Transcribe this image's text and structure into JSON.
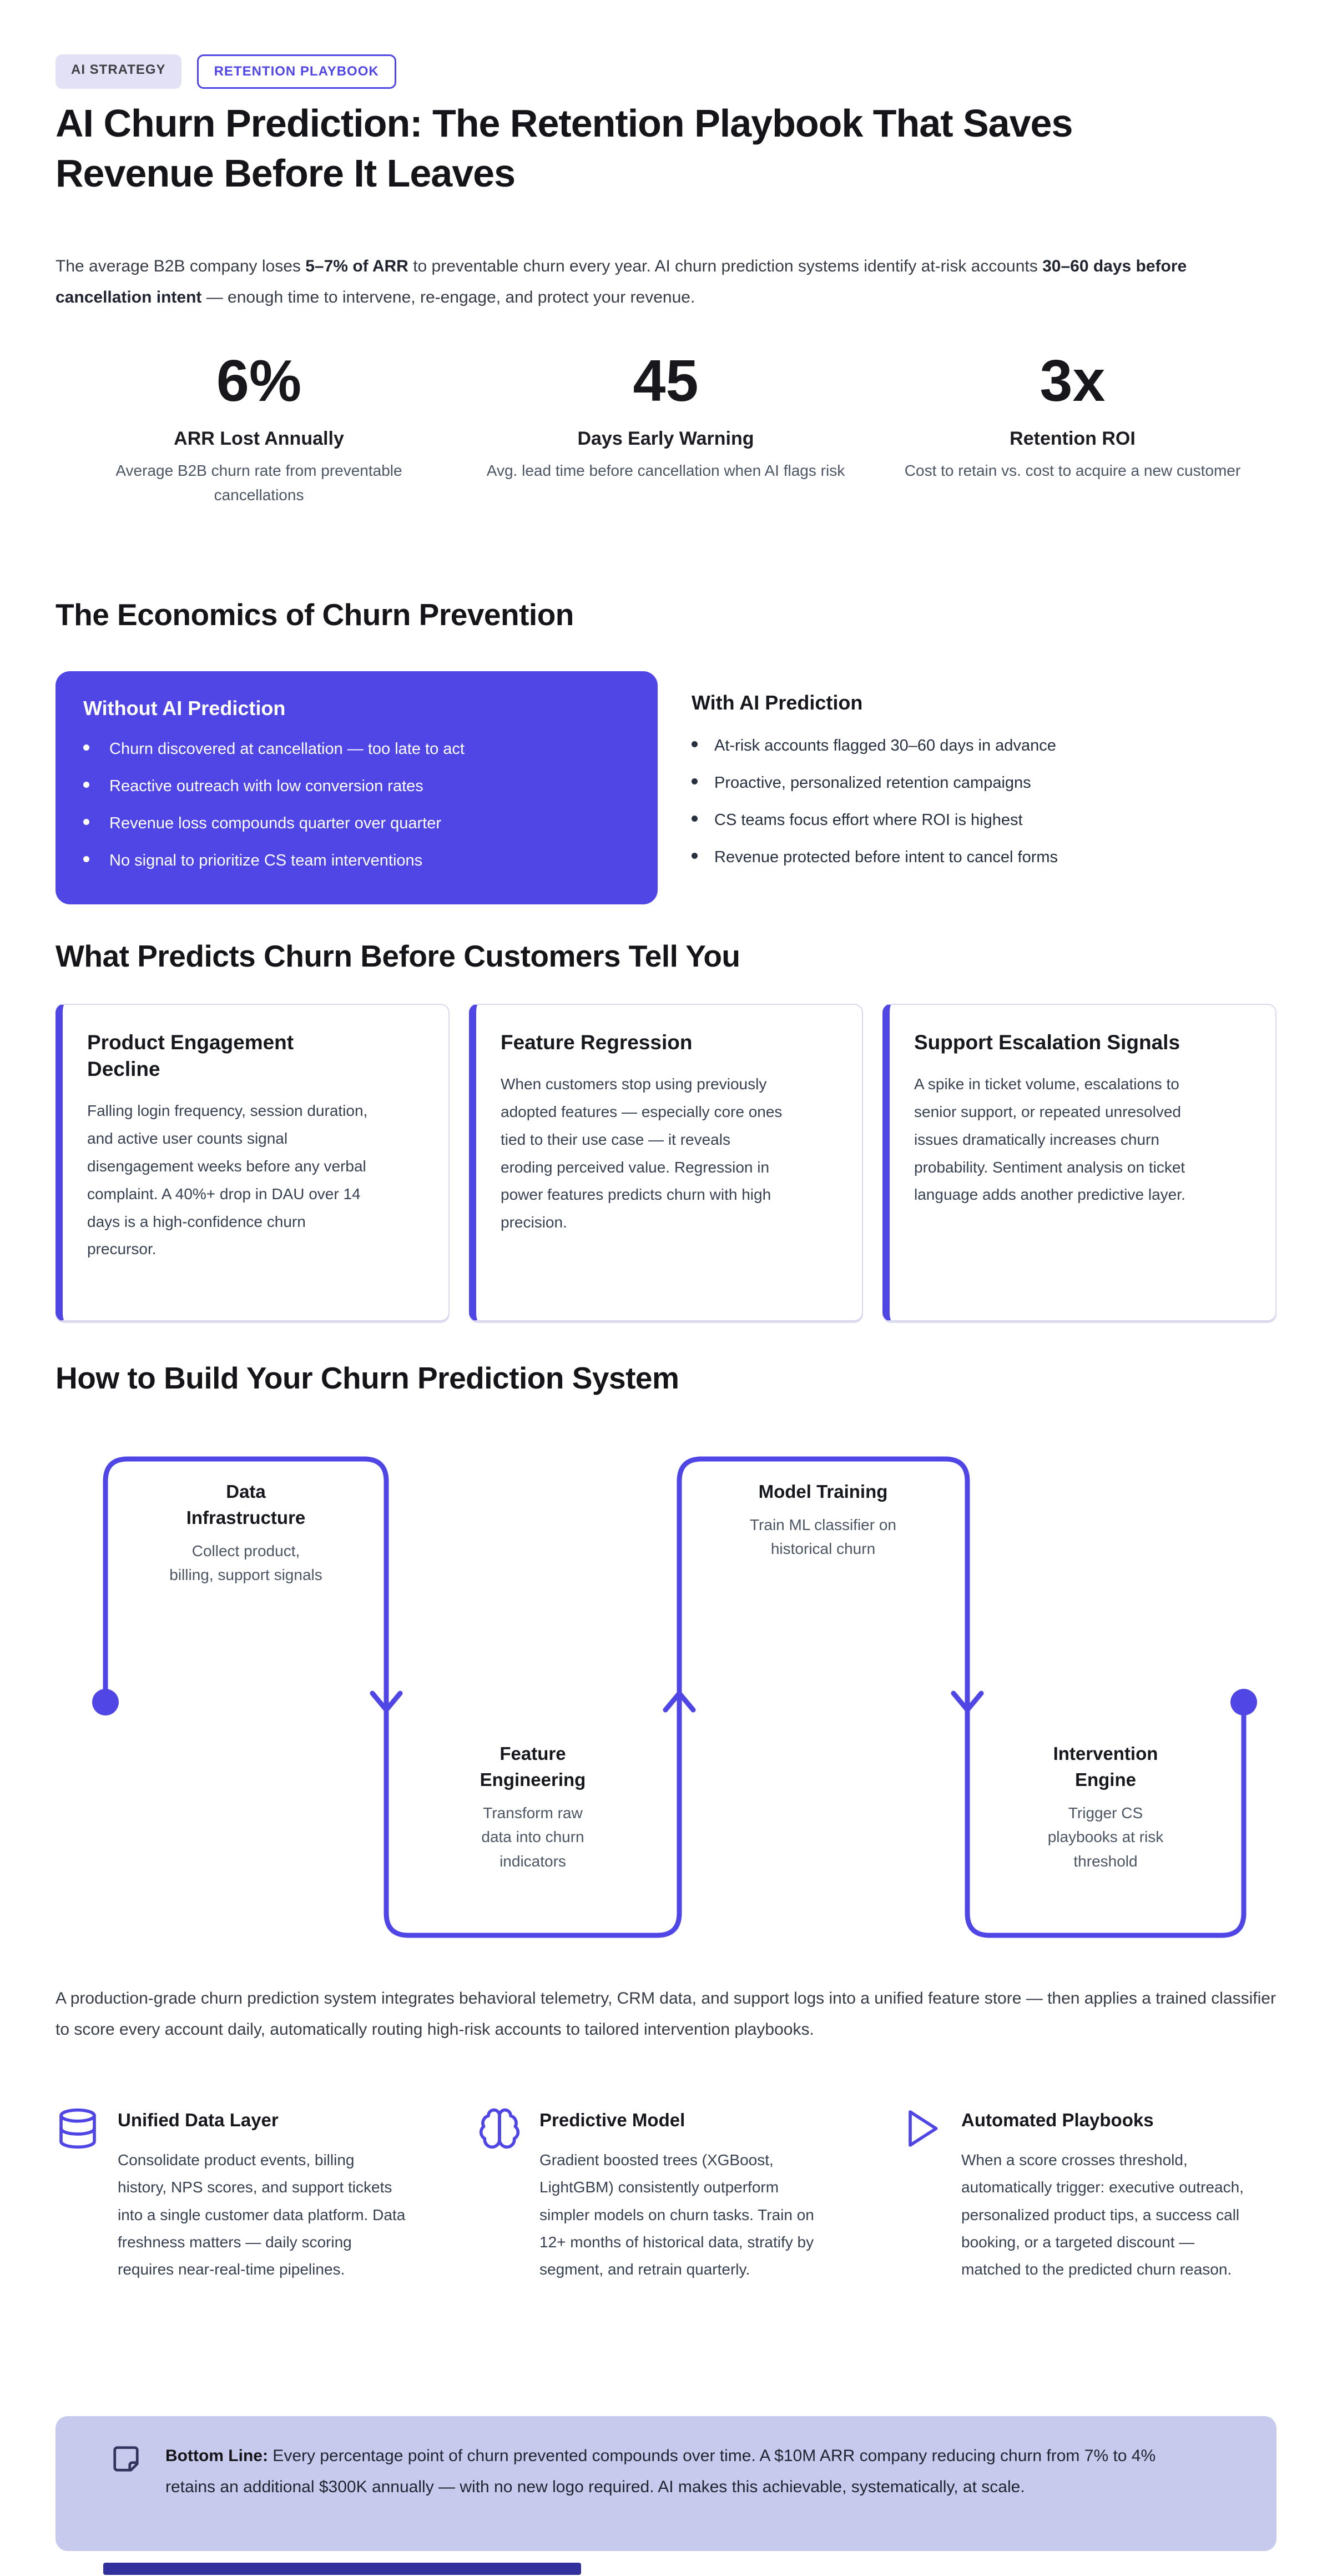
{
  "colors": {
    "primary": "#4f46e5",
    "badge_bg": "#e2e1f6",
    "card_border": "#d9d8ef",
    "callout_bg": "#c7caed",
    "body_text": "#374151"
  },
  "badges": [
    {
      "label": "AI STRATEGY"
    },
    {
      "label": "RETENTION PLAYBOOK"
    }
  ],
  "title": "AI Churn Prediction: The Retention Playbook That Saves Revenue Before It Leaves",
  "intro": {
    "pre": "The average B2B company loses ",
    "bold1": "5–7% of ARR",
    "mid": " to preventable churn every year. AI churn prediction systems identify at-risk accounts ",
    "bold2": "30–60 days before cancellation intent",
    "post": " — enough time to intervene, re-engage, and protect your revenue."
  },
  "stats": [
    {
      "value": "6%",
      "label": "ARR Lost Annually",
      "description": "Average B2B churn rate from preventable cancellations"
    },
    {
      "value": "45",
      "label": "Days Early Warning",
      "description": "Avg. lead time before cancellation when AI flags risk"
    },
    {
      "value": "3x",
      "label": "Retention ROI",
      "description": "Cost to retain vs. cost to acquire a new customer"
    }
  ],
  "economics": {
    "heading": "The Economics of Churn Prevention",
    "without": {
      "title": "Without AI Prediction",
      "bullets": [
        "Churn discovered at cancellation — too late to act",
        "Reactive outreach with low conversion rates",
        "Revenue loss compounds quarter over quarter",
        "No signal to prioritize CS team interventions"
      ]
    },
    "with": {
      "title": "With AI Prediction",
      "bullets": [
        "At-risk accounts flagged 30–60 days in advance",
        "Proactive, personalized retention campaigns",
        "CS teams focus effort where ROI is highest",
        "Revenue protected before intent to cancel forms"
      ]
    }
  },
  "predictors": {
    "heading": "What Predicts Churn Before Customers Tell You",
    "cards": [
      {
        "title": "Product Engagement Decline",
        "body": "Falling login frequency, session duration, and active user counts signal disengagement weeks before any verbal complaint. A 40%+ drop in DAU over 14 days is a high-confidence churn precursor."
      },
      {
        "title": "Feature Regression",
        "body": "When customers stop using previously adopted features — especially core ones tied to their use case — it reveals eroding perceived value. Regression in power features predicts churn with high precision."
      },
      {
        "title": "Support Escalation Signals",
        "body": "A spike in ticket volume, escalations to senior support, or repeated unresolved issues dramatically increases churn probability. Sentiment analysis on ticket language adds another predictive layer."
      }
    ]
  },
  "build": {
    "heading": "How to Build Your Churn Prediction System",
    "steps": [
      {
        "title": "Data Infrastructure",
        "body": "Collect product, billing, support signals"
      },
      {
        "title": "Feature Engineering",
        "body": "Transform raw data into churn indicators"
      },
      {
        "title": "Model Training",
        "body": "Train ML classifier on historical churn"
      },
      {
        "title": "Intervention Engine",
        "body": "Trigger CS playbooks at risk threshold"
      }
    ],
    "summary": "A production-grade churn prediction system integrates behavioral telemetry, CRM data, and support logs into a unified feature store — then applies a trained classifier to score every account daily, automatically routing high-risk accounts to tailored intervention playbooks."
  },
  "components": [
    {
      "icon": "database-icon",
      "title": "Unified Data Layer",
      "body": "Consolidate product events, billing history, NPS scores, and support tickets into a single customer data platform. Data freshness matters — daily scoring requires near-real-time pipelines."
    },
    {
      "icon": "brain-icon",
      "title": "Predictive Model",
      "body": "Gradient boosted trees (XGBoost, LightGBM) consistently outperform simpler models on churn tasks. Train on 12+ months of historical data, stratify by segment, and retrain quarterly."
    },
    {
      "icon": "play-icon",
      "title": "Automated Playbooks",
      "body": "When a score crosses threshold, automatically trigger: executive outreach, personalized product tips, a success call booking, or a targeted discount — matched to the predicted churn reason."
    }
  ],
  "bottom_line": {
    "label": "Bottom Line:",
    "text": " Every percentage point of churn prevented compounds over time. A $10M ARR company reducing churn from 7% to 4% retains an additional $300K annually — with no new logo required. AI makes this achievable, systematically, at scale."
  }
}
